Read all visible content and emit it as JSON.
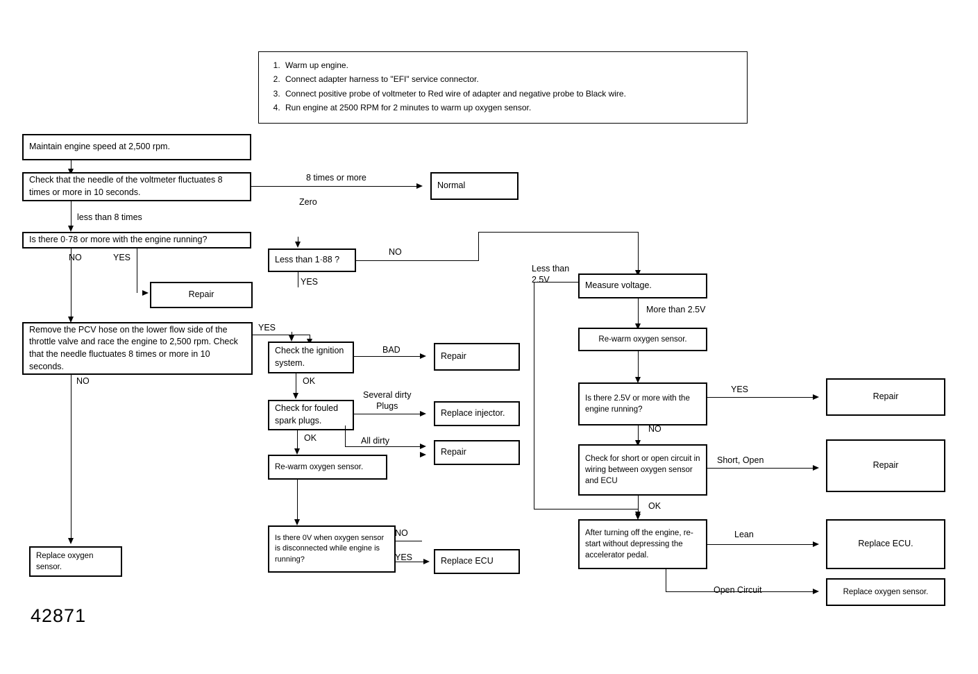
{
  "diagram": {
    "caption": "42871",
    "instructions": {
      "steps": [
        "Warm up engine.",
        "Connect adapter harness to \"EFI\" service connector.",
        "Connect positive probe of voltmeter to Red wire of adapter and negative probe to Black wire.",
        "Run engine at 2500 RPM for 2 minutes to warm up oxygen sensor."
      ]
    },
    "boxes": {
      "maintain_speed": "Maintain engine speed at 2,500 rpm.",
      "check_needle": "Check that the needle of the voltmeter fluctuates 8 times or more in 10 seconds.",
      "normal": "Normal",
      "is_there_078": "Is there 0·78 or more with the engine running?",
      "less_than_188": "Less than 1·88 ?",
      "repair_left": "Repair",
      "remove_pcv": "Remove the PCV hose on the lower flow side of the throttle valve and race the engine to 2,500 rpm.  Check that the needle fluctuates 8 times or more in 10 seconds.",
      "check_ignition": "Check the ignition system.",
      "repair_ignition": "Repair",
      "check_fouled": "Check for fouled spark plugs.",
      "replace_injector": "Replace injector.",
      "repair_plugs": "Repair",
      "rewarm_mid": "Re-warm oxygen sensor.",
      "replace_oxygen_left": "Replace oxygen sensor.",
      "is_there_0v": "Is there 0V when oxygen sensor is disconnected while engine is running?",
      "replace_ecu_mid": "Replace ECU",
      "measure_voltage": "Measure voltage.",
      "rewarm_right": "Re-warm oxygen sensor.",
      "is_there_25v": "Is there 2.5V or more with the engine running?",
      "repair_25v": "Repair",
      "check_short_open": "Check for short or open circuit in wiring between oxygen sensor and ECU",
      "repair_short": "Repair",
      "after_turning_off": "After turning off the engine, re-start without depressing the accelerator pedal.",
      "replace_ecu_right": "Replace ECU.",
      "replace_oxygen_right": "Replace oxygen sensor."
    },
    "edge_labels": {
      "eight_or_more": "8 times or more",
      "zero": "Zero",
      "less_than_8": "less than 8 times",
      "no_1": "NO",
      "yes_1": "YES",
      "no_2": "NO",
      "yes_2": "YES",
      "yes_pcv": "YES",
      "no_pcv": "NO",
      "bad": "BAD",
      "ok_ignition": "OK",
      "several_dirty_plugs": "Several dirty\nPlugs",
      "ok_plugs": "OK",
      "all_dirty": "All dirty",
      "no_0v": "NO",
      "yes_0v": "YES",
      "less_than_25v": "Less than\n2.5V",
      "more_than_25v": "More than 2.5V",
      "yes_25v": "YES",
      "no_25v": "NO",
      "short_open": "Short, Open",
      "ok_short": "OK",
      "lean": "Lean",
      "open_circuit": "Open Circuit"
    }
  }
}
